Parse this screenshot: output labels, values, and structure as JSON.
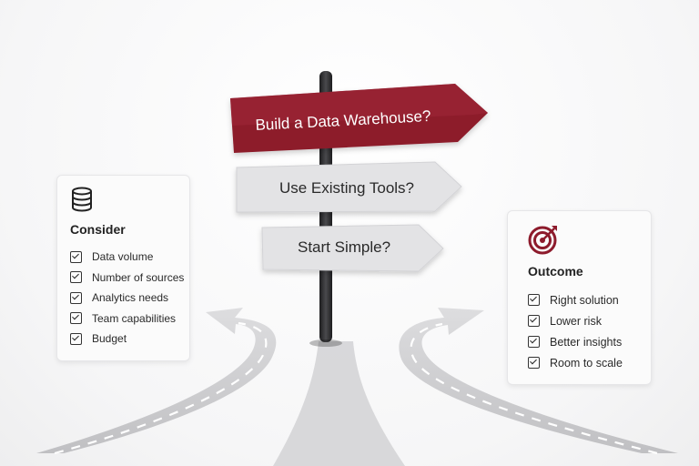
{
  "signs": [
    {
      "label": "Build a Data Warehouse?",
      "color": "#8d1b2c"
    },
    {
      "label": "Use Existing Tools?",
      "color": "#e3e3e5"
    },
    {
      "label": "Start Simple?",
      "color": "#e3e3e5"
    }
  ],
  "consider": {
    "icon": "database-icon",
    "title": "Consider",
    "items": [
      "Data volume",
      "Number of sources",
      "Analytics needs",
      "Team capabilities",
      "Budget"
    ]
  },
  "outcome": {
    "icon": "target-icon",
    "title": "Outcome",
    "items": [
      "Right solution",
      "Lower risk",
      "Better insights",
      "Room to scale"
    ]
  },
  "colors": {
    "accent": "#8d1b2c",
    "road": "#c9c9cc",
    "pole": "#2b2b2d"
  }
}
